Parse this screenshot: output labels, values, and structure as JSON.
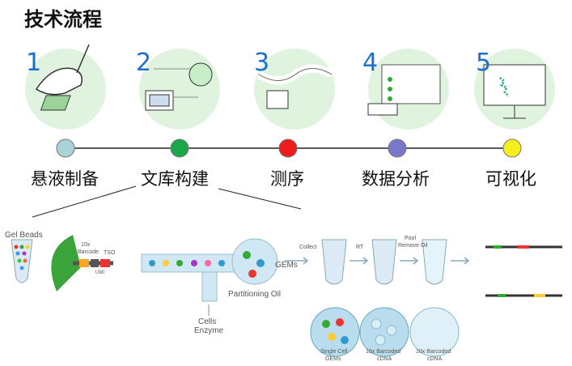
{
  "title": "技术流程",
  "steps": [
    {
      "num": "1",
      "label": "悬液制备",
      "dot_color": "#a9d3d6"
    },
    {
      "num": "2",
      "label": "文库构建",
      "dot_color": "#1aa64a"
    },
    {
      "num": "3",
      "label": "测序",
      "dot_color": "#ee1c1c"
    },
    {
      "num": "4",
      "label": "数据分析",
      "dot_color": "#7777cc"
    },
    {
      "num": "5",
      "label": "可视化",
      "dot_color": "#f5ee1c"
    }
  ],
  "detail": {
    "gel_beads": "Gel Beads",
    "barcode_10x": "10x",
    "barcode": "Barcode",
    "tso": "TSO",
    "umi": "UMI",
    "gems": "GEMs",
    "partitioning_oil": "Partitioning Oil",
    "cells": "Cells",
    "enzyme": "Enzyme",
    "collect": "Collect",
    "rt": "RT",
    "pool": "Pool",
    "remove_oil": "Remove Oil",
    "single_cell": "Single Cell",
    "gems_label": "GEMs",
    "barcoded_cdna_1a": "10x Barcoded",
    "barcoded_cdna_1b": "cDNA",
    "barcoded_cdna_2a": "10x Barcoded",
    "barcoded_cdna_2b": "cDNA"
  },
  "colors": {
    "accent_blue": "#1a6fd1",
    "circle_green": "#dff3df",
    "timeline": "#222222",
    "gem_bg": "#cfe8f3"
  }
}
